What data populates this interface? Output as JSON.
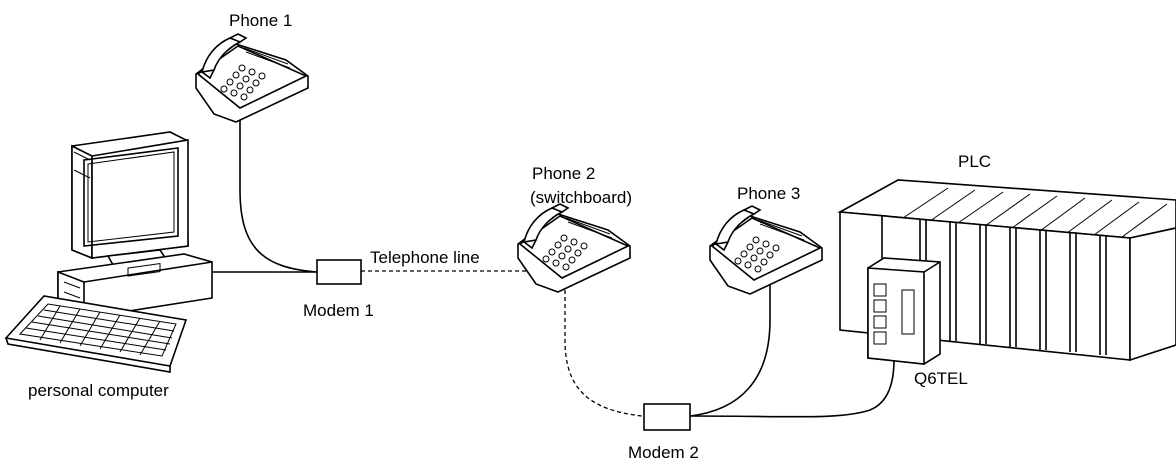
{
  "labels": {
    "phone1": "Phone 1",
    "phone2_line1": "Phone 2",
    "phone2_line2": "(switchboard)",
    "phone3": "Phone 3",
    "plc": "PLC",
    "telephone_line": "Telephone line",
    "modem1": "Modem 1",
    "modem2": "Modem 2",
    "q6tel": "Q6TEL",
    "personal_computer": "personal computer"
  },
  "icons": {
    "phone": "telephone-icon",
    "modem": "modem-icon",
    "computer": "personal-computer-icon",
    "plc": "plc-rack-icon"
  },
  "colors": {
    "ink": "#000000",
    "background": "#ffffff"
  }
}
